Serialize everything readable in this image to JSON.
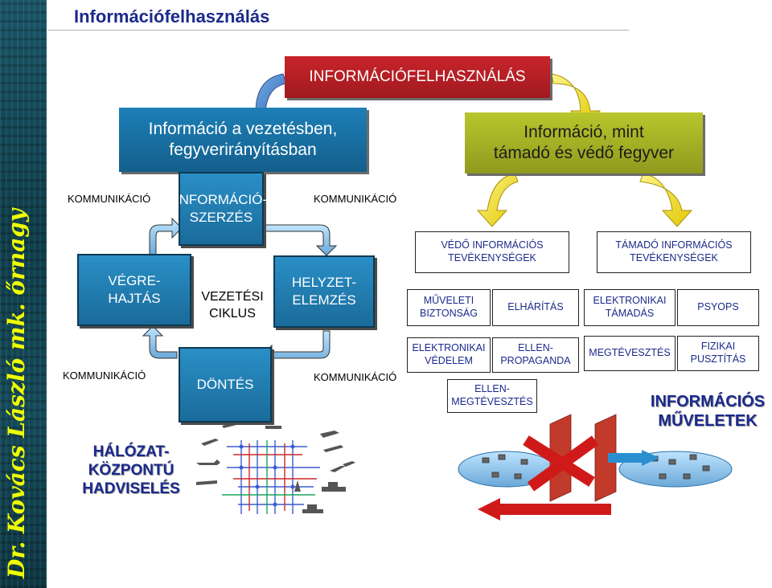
{
  "sidebar": {
    "author": "Dr. Kovács László mk. őrnagy"
  },
  "page": {
    "title": "Információfelhasználás"
  },
  "top_box": {
    "label": "INFORMÁCIÓFELHASZNÁLÁS"
  },
  "left_header": {
    "line1": "Információ a vezetésben,",
    "line2": "fegyverirányításban"
  },
  "right_header": {
    "line1": "Információ, mint",
    "line2": "támadó és védő fegyver"
  },
  "cycle": {
    "top": {
      "line1": "INFORMÁCIÓ-",
      "line2": "SZERZÉS"
    },
    "left": {
      "line1": "VÉGRE-",
      "line2": "HAJTÁS"
    },
    "right": {
      "line1": "HELYZET-",
      "line2": "ELEMZÉS"
    },
    "bottom": {
      "label": "DÖNTÉS"
    },
    "center": {
      "line1": "VEZETÉSI",
      "line2": "CIKLUS"
    },
    "comm_labels": [
      "KOMMUNIKÁCIÓ",
      "KOMMUNIKÁCIÓ",
      "KOMMUNIKÁCIÓ",
      "KOMMUNIKÁCIÓ"
    ]
  },
  "network_warfare": {
    "line1": "HÁLÓZAT-",
    "line2": "KÖZPONTÚ",
    "line3": "HADVISELÉS"
  },
  "defensive": {
    "title_line1": "VÉDŐ INFORMÁCIÓS",
    "title_line2": "TEVÉKENYSÉGEK",
    "items": {
      "opsec_1": "MŰVELETI",
      "opsec_2": "BIZTONSÁG",
      "counterintel": "ELHÁRÍTÁS",
      "ew_prot_1": "ELEKTRONIKAI",
      "ew_prot_2": "VÉDELEM",
      "counterprop_1": "ELLEN-",
      "counterprop_2": "PROPAGANDA",
      "counterdec_1": "ELLEN-",
      "counterdec_2": "MEGTÉVESZTÉS"
    }
  },
  "offensive": {
    "title_line1": "TÁMADÓ INFORMÁCIÓS",
    "title_line2": "TEVÉKENYSÉGEK",
    "items": {
      "ea_1": "ELEKTRONIKAI",
      "ea_2": "TÁMADÁS",
      "psyops": "PSYOPS",
      "deception": "MEGTÉVESZTÉS",
      "destr_1": "FIZIKAI",
      "destr_2": "PUSZTÍTÁS"
    }
  },
  "info_ops": {
    "line1": "INFORMÁCIÓS",
    "line2": "MŰVELETEK"
  },
  "colors": {
    "blue": "#1d7fb7",
    "red": "#c8242a",
    "olive": "#b9c62c",
    "navy_text": "#1b2a8c",
    "yellow_arrow": "#f2e000"
  }
}
